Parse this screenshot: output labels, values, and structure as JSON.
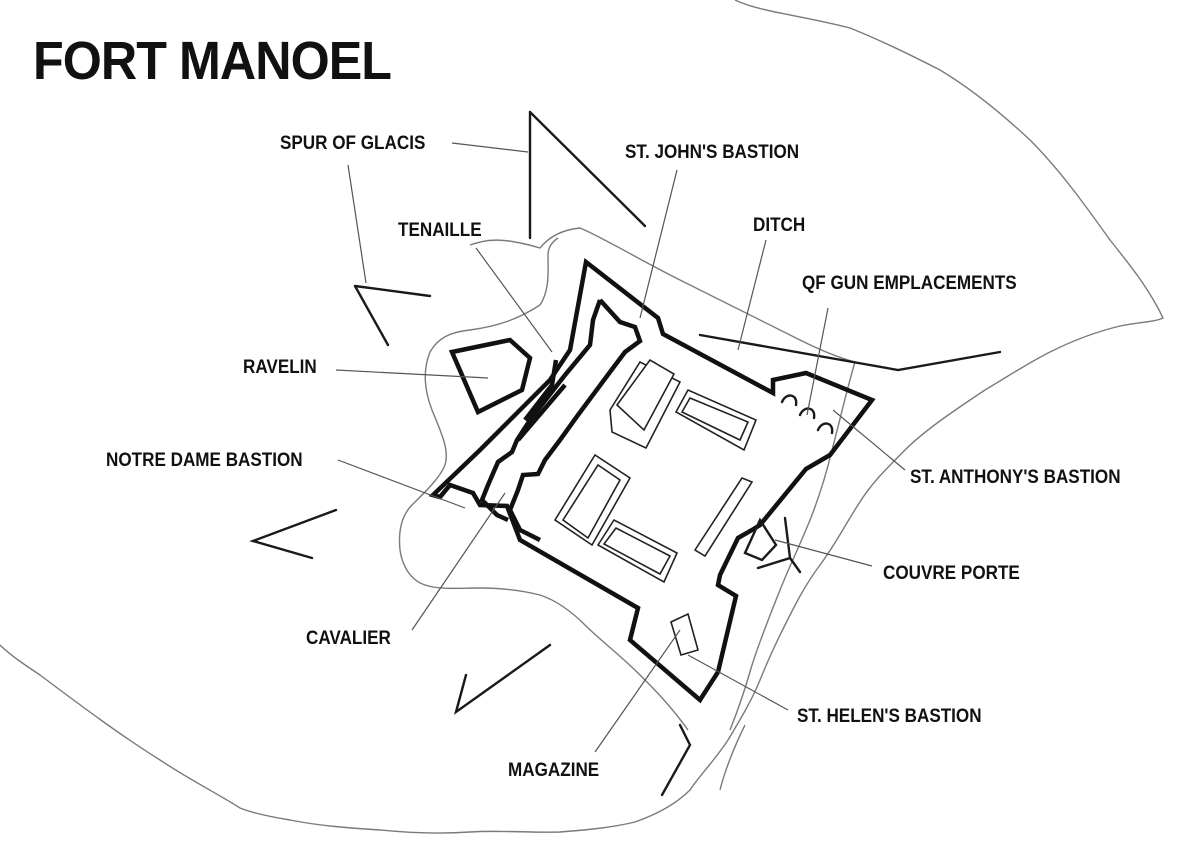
{
  "title": "FORT MANOEL",
  "labels": {
    "spur_of_glacis": "SPUR OF GLACIS",
    "st_johns_bastion": "ST. JOHN'S BASTION",
    "tenaille": "TENAILLE",
    "ditch": "DITCH",
    "qf_gun_emplacements": "QF GUN EMPLACEMENTS",
    "ravelin": "RAVELIN",
    "notre_dame_bastion": "NOTRE DAME BASTION",
    "st_anthonys_bastion": "ST. ANTHONY'S BASTION",
    "couvre_porte": "COUVRE PORTE",
    "cavalier": "CAVALIER",
    "st_helens_bastion": "ST. HELEN'S BASTION",
    "magazine": "MAGAZINE"
  },
  "colors": {
    "ink": "#111111",
    "coastline": "#7a7a7a",
    "leader": "#555555",
    "background": "#ffffff"
  }
}
